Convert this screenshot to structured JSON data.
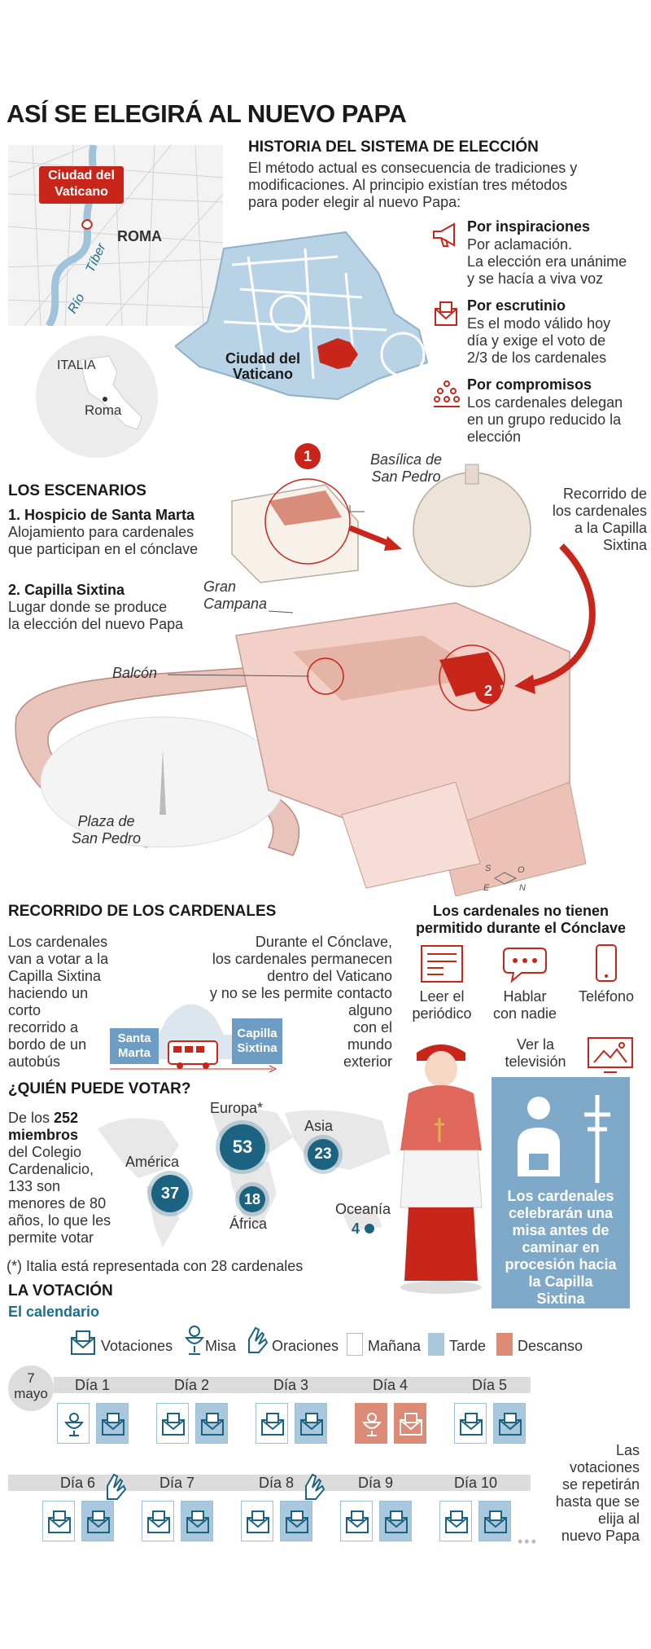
{
  "title": "ASÍ SE ELEGIRÁ AL NUEVO PAPA",
  "map": {
    "vatican_label_1": "Ciudad del",
    "vatican_label_2": "Vaticano",
    "roma": "ROMA",
    "rio": "Río",
    "tiber": "Tíber",
    "italia": "ITALIA",
    "roma_city": "Roma"
  },
  "historia": {
    "heading": "HISTORIA DEL SISTEMA DE ELECCIÓN",
    "intro": [
      "El método actual es consecuencia de tradiciones y",
      "modificaciones. Al principio existían tres métodos",
      "para poder elegir al nuevo Papa:"
    ],
    "vatican_map_label": [
      "Ciudad del",
      "Vaticano"
    ],
    "methods": [
      {
        "title": "Por inspiraciones",
        "lines": [
          "Por aclamación.",
          "La elección era unánime",
          "y se hacía a viva voz"
        ],
        "icon": "megaphone-icon"
      },
      {
        "title": "Por escrutinio",
        "lines": [
          "Es el modo válido hoy",
          "día y exige el voto de",
          "2/3 de los cardenales"
        ],
        "icon": "ballot-icon"
      },
      {
        "title": "Por compromisos",
        "lines": [
          "Los cardenales delegan",
          "en un grupo reducido la",
          "elección"
        ],
        "icon": "group-icon"
      }
    ]
  },
  "escenarios": {
    "heading": "LOS ESCENARIOS",
    "item1_title": "1. Hospicio de Santa Marta",
    "item1_lines": [
      "Alojamiento para cardenales",
      "que participan en el cónclave"
    ],
    "item2_title": "2. Capilla Sixtina",
    "item2_lines": [
      "Lugar donde se produce",
      "la elección del nuevo Papa"
    ],
    "basilica": [
      "Basílica de",
      "San Pedro"
    ],
    "recorrido": [
      "Recorrido de",
      "los cardenales",
      "a la Capilla",
      "Sixtina"
    ],
    "campana": [
      "Gran",
      "Campana"
    ],
    "balcon": "Balcón",
    "plaza": [
      "Plaza de",
      "San Pedro"
    ],
    "marker1": "1",
    "marker2": "2",
    "compass": {
      "s": "S",
      "o": "O",
      "e": "E",
      "n": "N"
    }
  },
  "recorrido_cardenales": {
    "heading": "RECORRIDO DE LOS CARDENALES",
    "left_lines": [
      "Los cardenales",
      "van a votar a la",
      "Capilla Sixtina",
      "haciendo un",
      "corto",
      "recorrido a",
      "bordo de un",
      "autobús"
    ],
    "right_lines": [
      "Durante el Cónclave,",
      "los cardenales permanecen",
      "dentro del Vaticano",
      "y no se les permite contacto",
      "alguno",
      "con el",
      "mundo",
      "exterior"
    ],
    "santa_marta": [
      "Santa",
      "Marta"
    ],
    "capilla": [
      "Capilla",
      "Sixtina"
    ]
  },
  "prohibiciones": {
    "heading": [
      "Los cardenales no tienen",
      "permitido durante el Cónclave"
    ],
    "items": [
      {
        "label": [
          "Leer el",
          "periódico"
        ],
        "icon": "newspaper-icon"
      },
      {
        "label": [
          "Hablar",
          "con nadie"
        ],
        "icon": "chat-icon"
      },
      {
        "label": [
          "Teléfono"
        ],
        "icon": "phone-icon"
      },
      {
        "label": [
          "Ver la",
          "televisión"
        ],
        "icon": "tv-icon"
      }
    ]
  },
  "votar": {
    "heading": "¿QUIÉN PUEDE VOTAR?",
    "lines": [
      "De los ",
      "252",
      "miembros",
      "del Colegio",
      "Cardenalicio,",
      "133 son",
      "menores de 80",
      "años, lo que les",
      "permite votar"
    ],
    "regions": [
      {
        "name": "Europa*",
        "value": "53"
      },
      {
        "name": "Asia",
        "value": "23"
      },
      {
        "name": "América",
        "value": "37"
      },
      {
        "name": "África",
        "value": "18"
      },
      {
        "name": "Oceanía",
        "value": "4"
      }
    ],
    "note": "(*) Italia está representada con 28 cardenales"
  },
  "misa_box": [
    "Los cardenales",
    "celebrarán una",
    "misa antes de",
    "caminar en",
    "procesión hacia",
    "la Capilla",
    "Sixtina"
  ],
  "votacion": {
    "heading": "LA VOTACIÓN",
    "subheading": "El calendario",
    "legend": {
      "votaciones": "Votaciones",
      "misa": "Misa",
      "oraciones": "Oraciones",
      "manana": "Mañana",
      "tarde": "Tarde",
      "descanso": "Descanso"
    },
    "start_day": "7",
    "start_month": "mayo",
    "days_row1": [
      "Día 1",
      "Día 2",
      "Día 3",
      "Día 4",
      "Día 5"
    ],
    "days_row2": [
      "Día 6",
      "Día 7",
      "Día 8",
      "Día 9",
      "Día 10"
    ],
    "repeat_note": [
      "Las",
      "votaciones",
      "se repetirán",
      "hasta que se",
      "elija al",
      "nuevo Papa"
    ]
  },
  "colors": {
    "red": "#c8261b",
    "teal": "#1c6281",
    "lightblue": "#a9c7dd",
    "salmon": "#db8b76",
    "boxblue": "#7fa9c9"
  }
}
